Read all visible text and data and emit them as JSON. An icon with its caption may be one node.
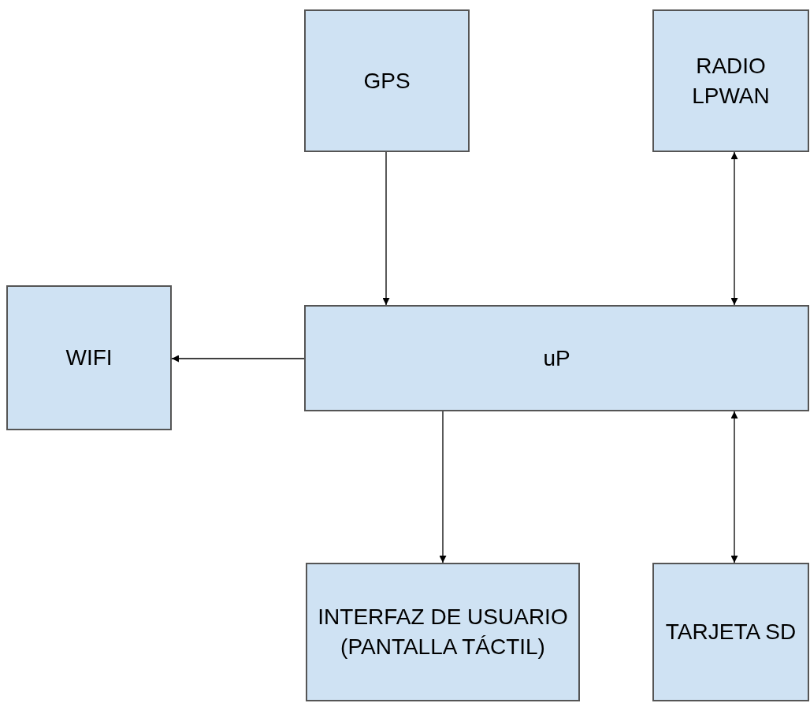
{
  "diagram": {
    "nodes": [
      {
        "text": [
          "GPS"
        ]
      },
      {
        "text": [
          "RADIO LPWAN"
        ]
      },
      {
        "text": [
          "WIFI"
        ]
      },
      {
        "text": [
          "uP"
        ]
      },
      {
        "text": [
          "INTERFAZ DE USUARIO (PANTALLA TÁCTIL)"
        ]
      },
      {
        "text": [
          "TARJETA SD"
        ]
      }
    ],
    "edges": [
      {
        "from": 0,
        "to": 3,
        "arrow": "to"
      },
      {
        "from": 1,
        "to": 3,
        "arrow": "both"
      },
      {
        "from": 3,
        "to": 2,
        "arrow": "to"
      },
      {
        "from": 3,
        "to": 4,
        "arrow": "to"
      },
      {
        "from": 3,
        "to": 5,
        "arrow": "both"
      }
    ]
  }
}
